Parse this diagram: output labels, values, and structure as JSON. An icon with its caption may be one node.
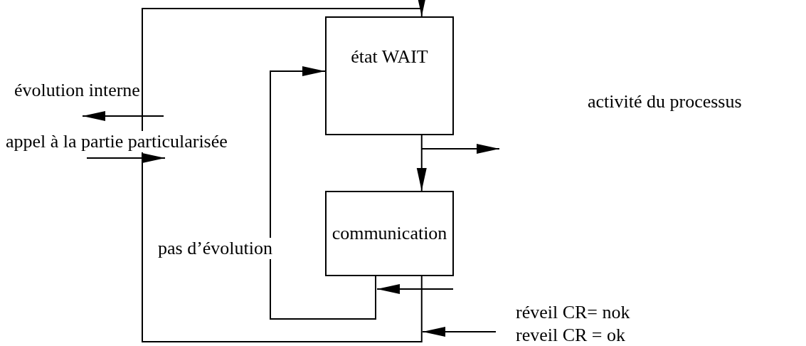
{
  "diagram": {
    "nodes": [
      {
        "text": [
          "état WAIT"
        ]
      },
      {
        "text": [
          "communication"
        ]
      }
    ],
    "edges": [
      {
        "from": 0,
        "to": 1,
        "arrow": "to"
      },
      {
        "from": 1,
        "to": 0,
        "arrow": "to"
      },
      {
        "from": 1,
        "to": 0,
        "arrow": "to"
      }
    ],
    "labels": [
      "évolution interne",
      "appel à la partie particularisée",
      "activité du processus",
      "pas d’évolution",
      "réveil CR= nok",
      "reveil CR = ok"
    ]
  }
}
